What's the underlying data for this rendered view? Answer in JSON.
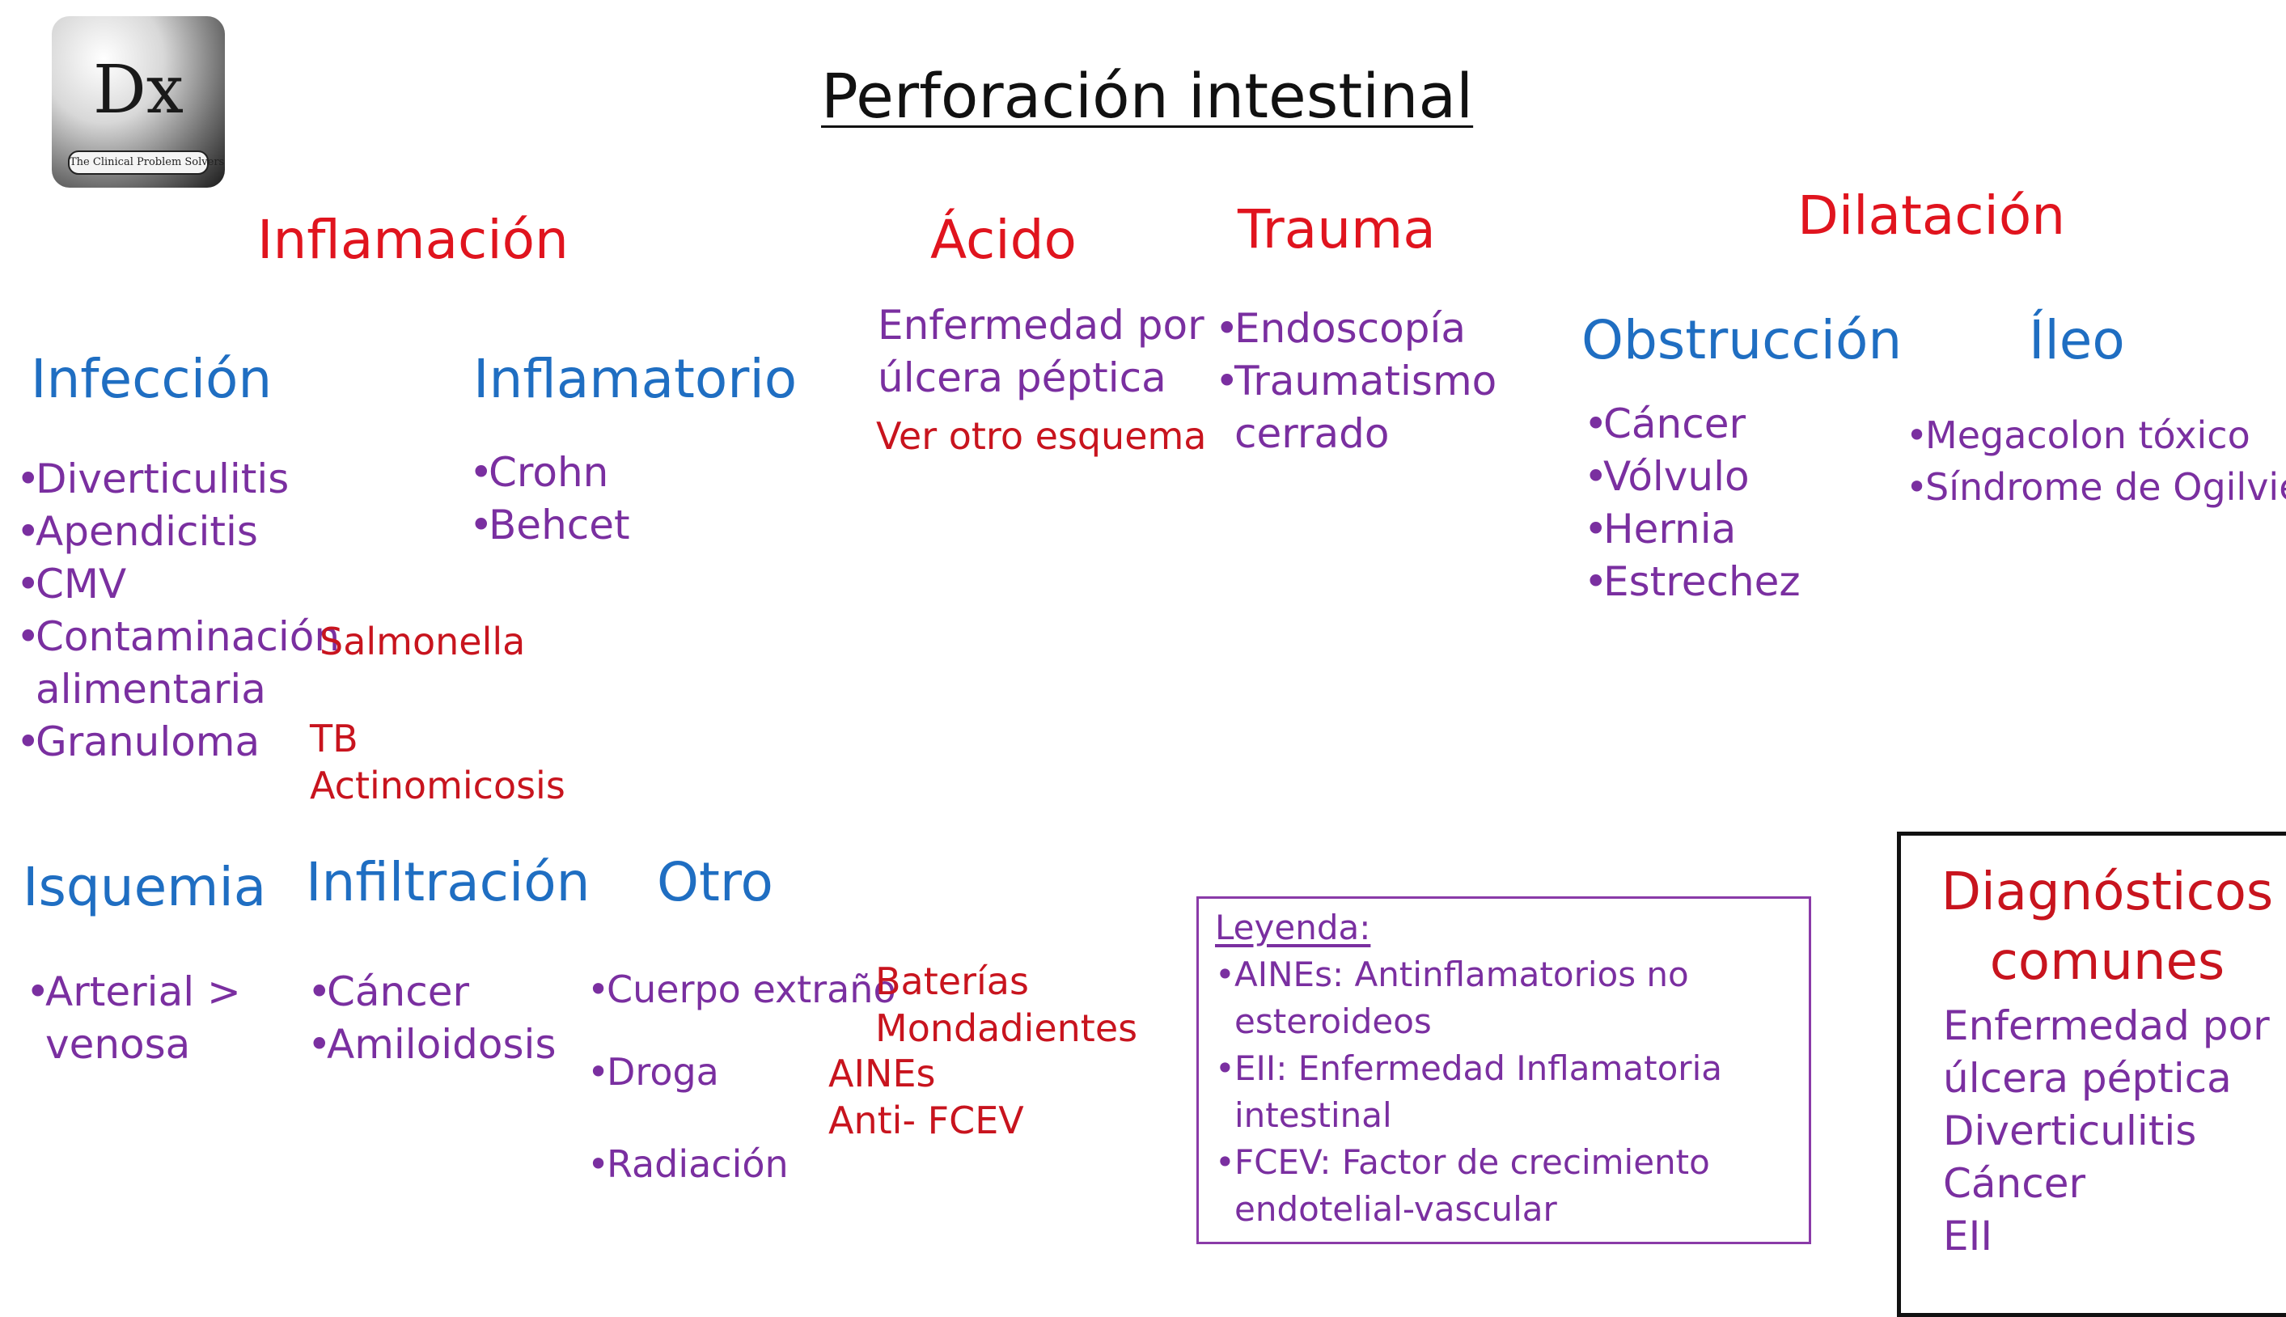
{
  "logo": {
    "text": "Dx",
    "tagline": "The Clinical Problem Solvers"
  },
  "title": "Perforación intestinal",
  "categories": {
    "inflamacion": "Inflamación",
    "acido": "Ácido",
    "trauma": "Trauma",
    "dilatacion": "Dilatación"
  },
  "infeccion": {
    "header": "Infección",
    "items": [
      "Diverticulitis",
      "Apendicitis",
      "CMV",
      "Contaminación",
      "alimentaria",
      "Granuloma"
    ],
    "salmonella": "Salmonella",
    "tb": "TB",
    "actinomicosis": "Actinomicosis"
  },
  "inflamatorio": {
    "header": "Inflamatorio",
    "items": [
      "Crohn",
      "Behcet"
    ]
  },
  "acido_block": {
    "lines": [
      "Enfermedad por",
      "úlcera péptica"
    ],
    "note": "Ver otro esquema"
  },
  "trauma_block": {
    "items": [
      "Endoscopía",
      "Traumatismo"
    ],
    "cont": "cerrado"
  },
  "obstruccion": {
    "header": "Obstrucción",
    "items": [
      "Cáncer",
      "Vólvulo",
      "Hernia",
      "Estrechez"
    ]
  },
  "ileo": {
    "header": "Íleo",
    "items": [
      "Megacolon tóxico",
      "Síndrome de Ogilvie"
    ]
  },
  "isquemia": {
    "header": "Isquemia",
    "item": "Arterial >",
    "cont": "venosa"
  },
  "infiltracion": {
    "header": "Infiltración",
    "items": [
      "Cáncer",
      "Amiloidosis"
    ]
  },
  "otro": {
    "header": "Otro",
    "cuerpo": "Cuerpo extraño",
    "droga": "Droga",
    "radiacion": "Radiación",
    "baterias": "Baterías",
    "mondadientes": "Mondadientes",
    "aines": "AINEs",
    "antifcev": "Anti- FCEV"
  },
  "legend": {
    "title": "Leyenda:",
    "items": [
      [
        "AINEs: Antinflamatorios no",
        "esteroideos"
      ],
      [
        "EII: Enfermedad Inflamatoria",
        "intestinal"
      ],
      [
        "FCEV: Factor de crecimiento",
        "endotelial-vascular"
      ]
    ]
  },
  "common": {
    "title1": "Diagnósticos",
    "title2": "comunes",
    "items": [
      "Enfermedad por",
      "úlcera péptica",
      "Diverticulitis",
      "Cáncer",
      "EII"
    ]
  },
  "colors": {
    "red": "#e0141e",
    "blue": "#1f6ec2",
    "purple": "#7a2fa0",
    "dark_red": "#c8141e"
  }
}
